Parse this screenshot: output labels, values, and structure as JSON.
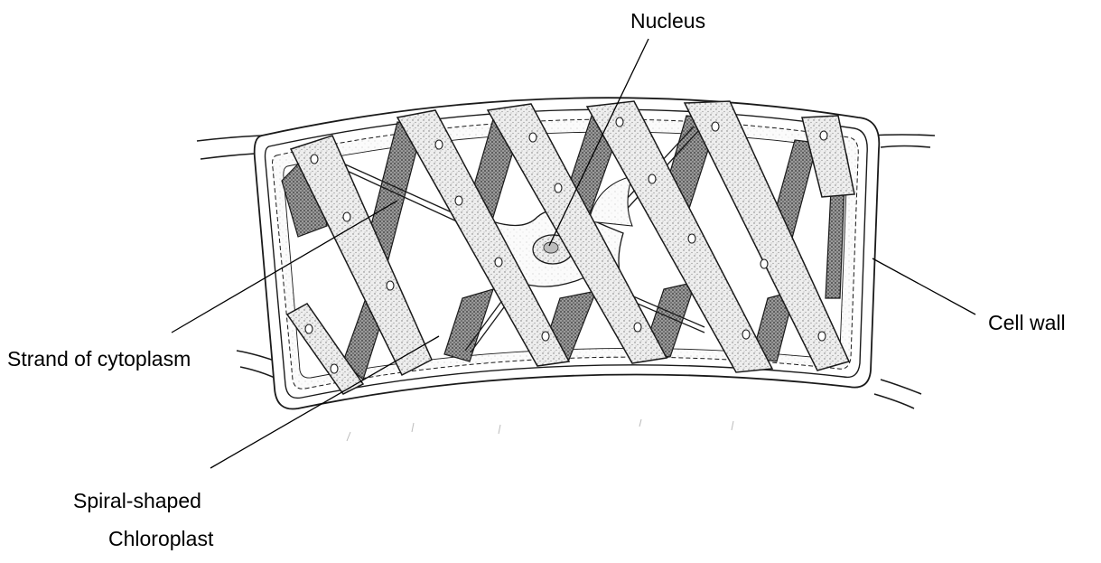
{
  "diagram": {
    "labels": {
      "nucleus": "Nucleus",
      "cell_wall": "Cell wall",
      "strand": "Strand of cytoplasm",
      "chloroplast_line1": "Spiral-shaped",
      "chloroplast_line2": "Chloroplast"
    },
    "colors": {
      "ink": "#1a1a1a",
      "chloroplast_fill": "#e4e4e4",
      "chloroplast_back": "#8c8c8c",
      "cytoplasm": "#f4f4f4"
    }
  }
}
